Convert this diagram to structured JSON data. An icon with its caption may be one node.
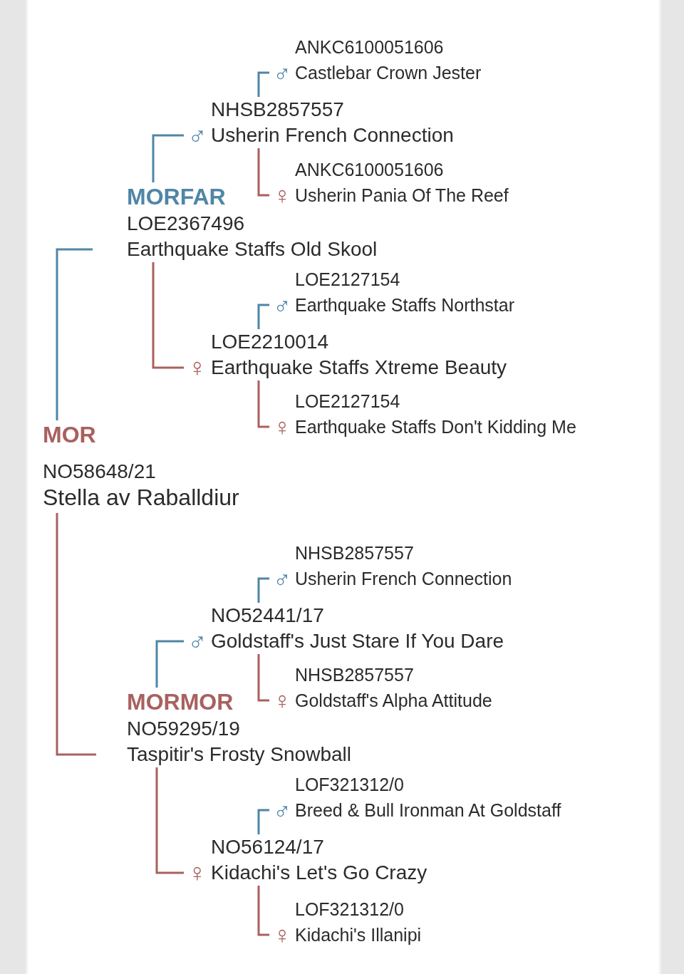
{
  "diagram": {
    "nodes": [
      {
        "text": [
          "ANKC6100051606",
          "♂",
          "Castlebar Crown Jester"
        ]
      },
      {
        "text": [
          "NHSB2857557",
          "♂",
          "Usherin French Connection"
        ]
      },
      {
        "text": [
          "ANKC6100051606",
          "♀",
          "Usherin Pania Of The Reef"
        ]
      },
      {
        "text": [
          "MORFAR",
          "LOE2367496",
          "Earthquake Staffs Old Skool"
        ]
      },
      {
        "text": [
          "LOE2127154",
          "♂",
          "Earthquake Staffs Northstar"
        ]
      },
      {
        "text": [
          "LOE2210014",
          "♀",
          "Earthquake Staffs Xtreme Beauty"
        ]
      },
      {
        "text": [
          "LOE2127154",
          "♀",
          "Earthquake Staffs Don't Kidding Me"
        ]
      },
      {
        "text": [
          "MOR",
          "NO58648/21",
          "Stella av Raballdiur"
        ]
      },
      {
        "text": [
          "NHSB2857557",
          "♂",
          "Usherin French Connection"
        ]
      },
      {
        "text": [
          "NO52441/17",
          "♂",
          "Goldstaff's Just Stare If You Dare"
        ]
      },
      {
        "text": [
          "NHSB2857557",
          "♀",
          "Goldstaff's Alpha Attitude"
        ]
      },
      {
        "text": [
          "MORMOR",
          "NO59295/19",
          "Taspitir's Frosty Snowball"
        ]
      },
      {
        "text": [
          "LOF321312/0",
          "♂",
          "Breed & Bull Ironman At Goldstaff"
        ]
      },
      {
        "text": [
          "NO56124/17",
          "♀",
          "Kidachi's Let's Go Crazy"
        ]
      },
      {
        "text": [
          "LOF321312/0",
          "♀",
          "Kidachi's Illanipi"
        ]
      }
    ],
    "edges": [
      {
        "from": 7,
        "to": 3,
        "arrow": "none"
      },
      {
        "from": 7,
        "to": 11,
        "arrow": "none",
        "color": "#a8615f"
      },
      {
        "from": 3,
        "to": 1,
        "arrow": "none"
      },
      {
        "from": 3,
        "to": 5,
        "arrow": "none",
        "color": "#a8615f"
      },
      {
        "from": 1,
        "to": 0,
        "arrow": "none"
      },
      {
        "from": 1,
        "to": 2,
        "arrow": "none",
        "color": "#a8615f"
      },
      {
        "from": 5,
        "to": 4,
        "arrow": "none"
      },
      {
        "from": 5,
        "to": 6,
        "arrow": "none",
        "color": "#a8615f"
      },
      {
        "from": 11,
        "to": 9,
        "arrow": "none"
      },
      {
        "from": 11,
        "to": 13,
        "arrow": "none",
        "color": "#a8615f"
      },
      {
        "from": 9,
        "to": 8,
        "arrow": "none"
      },
      {
        "from": 9,
        "to": 10,
        "arrow": "none",
        "color": "#a8615f"
      },
      {
        "from": 13,
        "to": 12,
        "arrow": "none"
      },
      {
        "from": 13,
        "to": 14,
        "arrow": "none",
        "color": "#a8615f"
      }
    ]
  }
}
